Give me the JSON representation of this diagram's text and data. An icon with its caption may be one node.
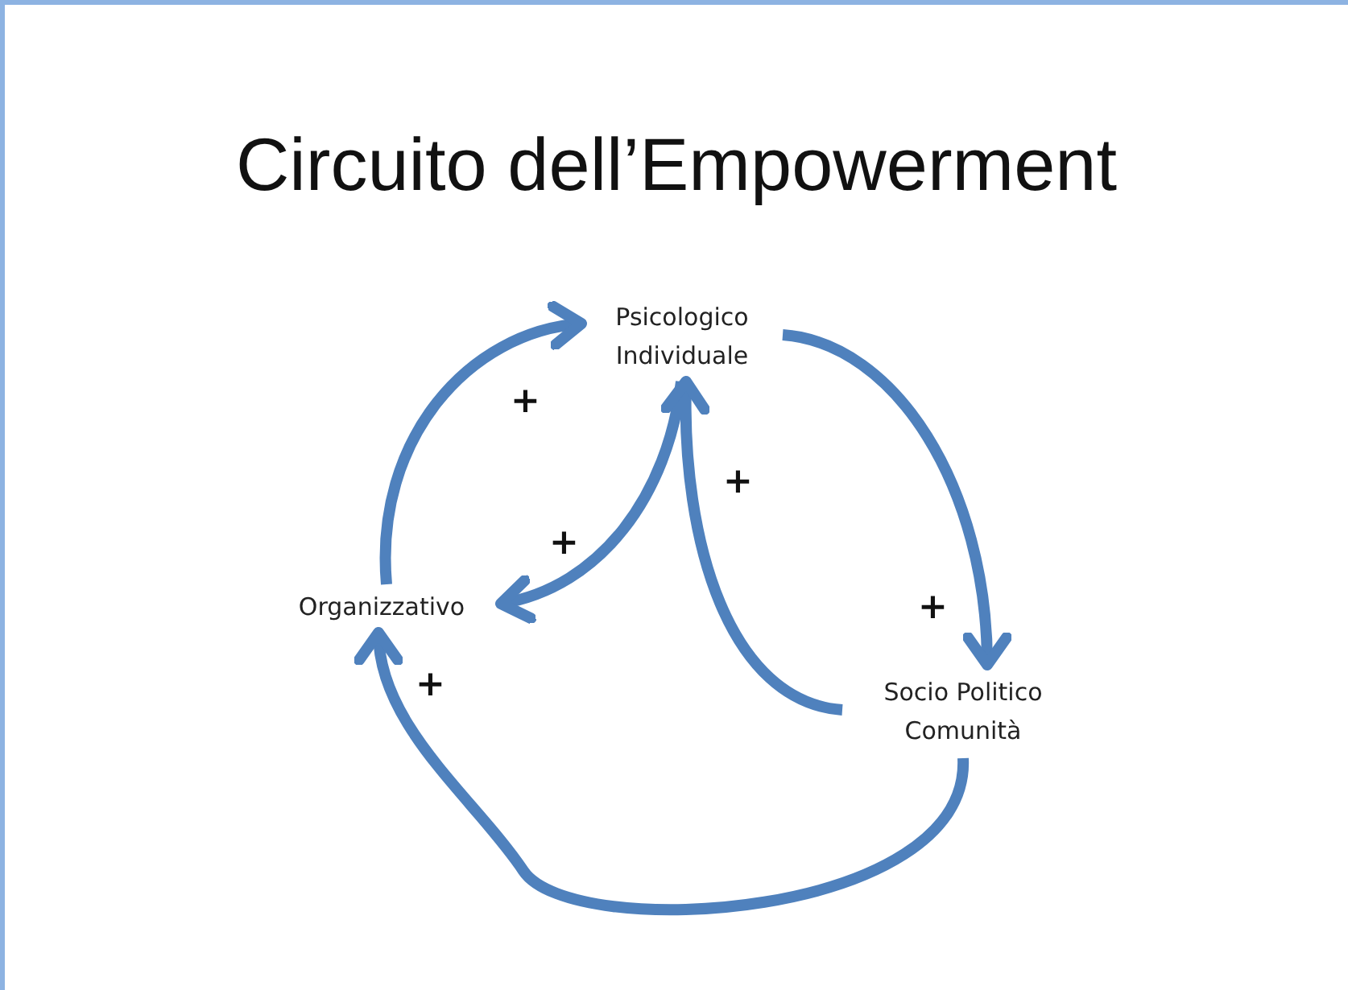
{
  "diagram": {
    "title": "Circuito dell’Empowerment",
    "nodes": [
      {
        "text": [
          "Psicologico Individuale"
        ]
      },
      {
        "text": [
          "Organizzativo"
        ]
      },
      {
        "text": [
          "Socio Politico Comunità"
        ]
      }
    ],
    "edges": [
      {
        "from": 1,
        "to": 0,
        "arrow": "to",
        "label": "+"
      },
      {
        "from": 0,
        "to": 2,
        "arrow": "to",
        "label": "+"
      },
      {
        "from": 0,
        "to": 1,
        "arrow": "to",
        "label": "+"
      },
      {
        "from": 2,
        "to": 0,
        "arrow": "to",
        "label": "+"
      },
      {
        "from": 2,
        "to": 1,
        "arrow": "to",
        "label": "+"
      }
    ]
  }
}
